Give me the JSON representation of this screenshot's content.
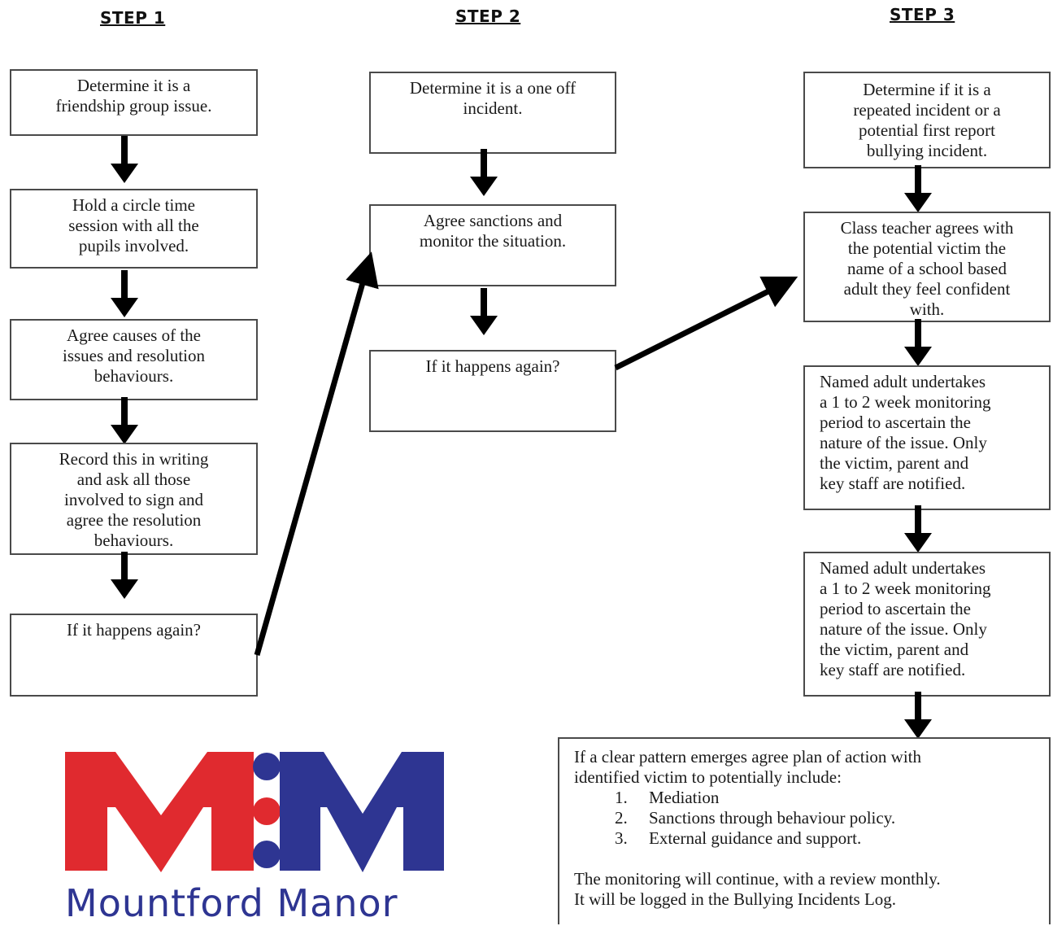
{
  "steps": [
    "STEP 1",
    "STEP 2",
    "STEP 3"
  ],
  "step1": [
    [
      "Determine it is a",
      "friendship group issue."
    ],
    [
      "Hold a circle time",
      "session with all the",
      "pupils involved."
    ],
    [
      "Agree causes of the",
      "issues and resolution",
      "behaviours."
    ],
    [
      "Record this in writing",
      "and ask all those",
      "involved to sign and",
      "agree the resolution",
      "behaviours."
    ],
    [
      "If it happens again?"
    ]
  ],
  "step2": [
    [
      "Determine it is a one off",
      "incident."
    ],
    [
      "Agree sanctions and",
      "monitor the situation."
    ],
    [
      "If it happens again?"
    ]
  ],
  "step3": [
    [
      "Determine if it is a",
      "repeated incident or a",
      "potential first report",
      "bullying incident."
    ],
    [
      "Class teacher agrees with",
      "the potential victim the",
      "name of a school based",
      "adult they feel confident",
      "with."
    ],
    [
      "Named adult undertakes",
      "a 1 to 2 week monitoring",
      "period to ascertain the",
      "nature of the issue. Only",
      "the victim, parent and",
      "key staff are notified."
    ],
    [
      "Named adult undertakes",
      "a 1 to 2 week monitoring",
      "period to ascertain the",
      "nature of the issue. Only",
      "the victim, parent and",
      "key staff are notified."
    ]
  ],
  "final": {
    "intro": [
      "If a clear pattern emerges agree plan of action with",
      "identified victim to potentially include:"
    ],
    "items": [
      {
        "num": "1.",
        "text": "Mediation"
      },
      {
        "num": "2.",
        "text": "Sanctions through behaviour policy."
      },
      {
        "num": "3.",
        "text": "External guidance and support."
      }
    ],
    "outro": [
      "The monitoring will continue, with a review monthly.",
      "It will be logged in the Bullying Incidents Log."
    ]
  },
  "logo": {
    "letters": "MM",
    "name": "Mountford Manor",
    "colors": {
      "red": "#e02a2f",
      "blue": "#2e3592"
    }
  }
}
